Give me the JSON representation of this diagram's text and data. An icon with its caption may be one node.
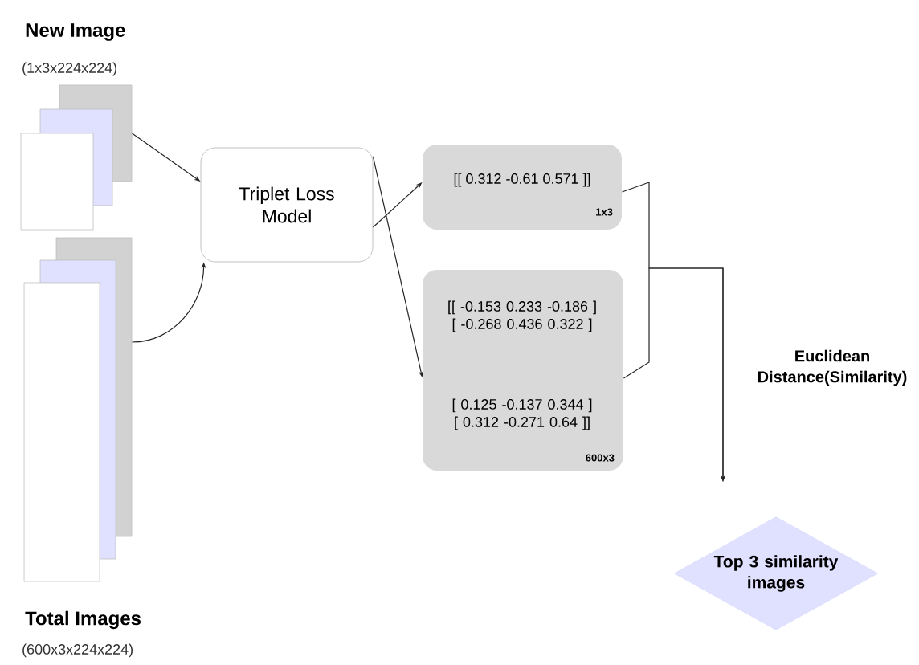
{
  "diagram": {
    "nodes": [
      {
        "text": [
          "New Image",
          "(1x3x224x224)"
        ]
      },
      {
        "text": [
          "Total Images",
          "(600x3x224x224)"
        ]
      },
      {
        "text": [
          "Triplet Loss Model"
        ]
      },
      {
        "text": [
          "[[ 0.312 -0.61 0.571 ]]",
          "1x3"
        ]
      },
      {
        "text": [
          "[[ -0.153 0.233 -0.186 ] [ -0.268 0.436 0.322 ]",
          "[ 0.125 -0.137 0.344 ] [ 0.312 -0.271 0.64 ]]",
          "600x3"
        ]
      },
      {
        "text": [
          "Top 3 similarity images"
        ]
      }
    ],
    "edges": [
      {
        "from": 0,
        "to": 2,
        "arrow": "to"
      },
      {
        "from": 1,
        "to": 2,
        "arrow": "to"
      },
      {
        "from": 2,
        "to": 3,
        "arrow": "to"
      },
      {
        "from": 2,
        "to": 4,
        "arrow": "to"
      },
      {
        "from": 3,
        "to": 5,
        "arrow": "to",
        "label": "Euclidean Distance(Similarity)"
      },
      {
        "from": 4,
        "to": 5,
        "arrow": "to"
      }
    ]
  }
}
